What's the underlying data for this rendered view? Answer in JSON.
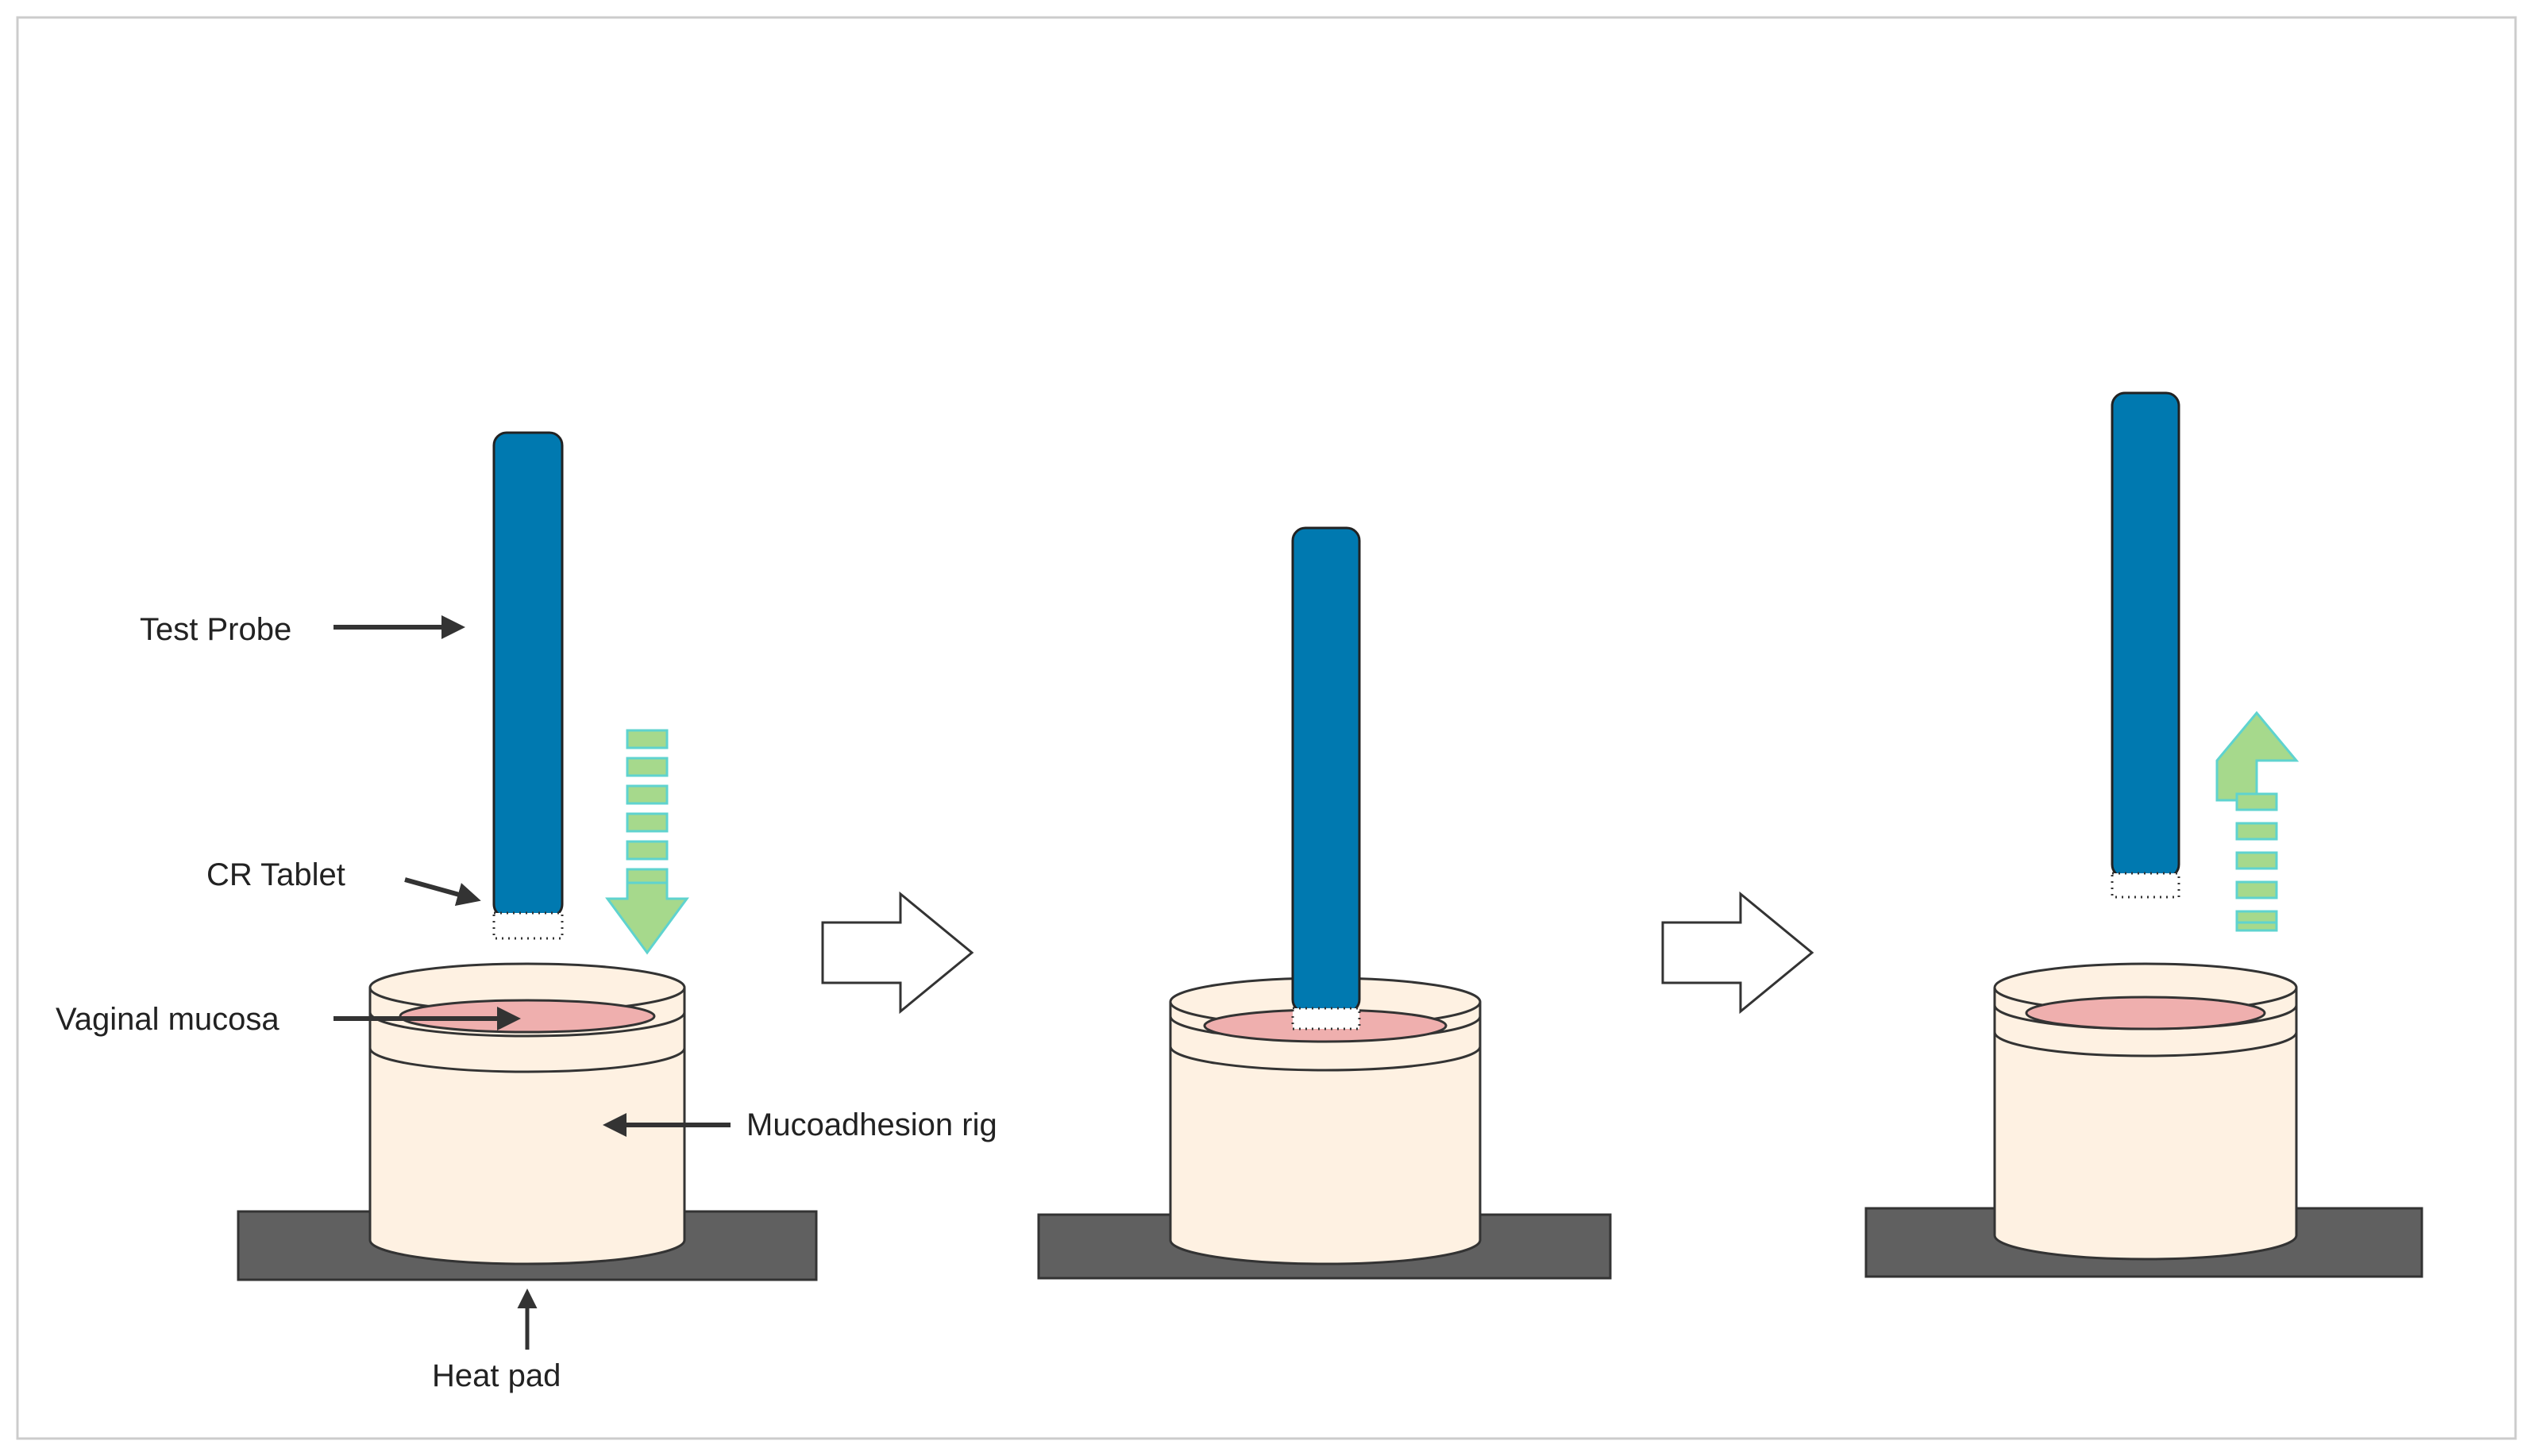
{
  "labels": {
    "test_probe": "Test Probe",
    "cr_tablet": "CR Tablet",
    "vaginal_mucosa": "Vaginal mucosa",
    "mucoadhesion_rig": "Mucoadhesion rig",
    "heat_pad": "Heat pad"
  },
  "colors": {
    "probe": "#0079B0",
    "rig_body": "#FEF1E2",
    "mucosa": "#EFAFAE",
    "heat_pad": "#606060",
    "motion_arrow_fill": "#A6D98C",
    "motion_arrow_stroke": "#5FD3CF",
    "outline": "#333333"
  },
  "icons": {
    "down_arrow": "dashed-down-arrow-icon",
    "up_arrow": "dashed-up-arrow-icon",
    "step_arrow": "hollow-right-arrow-icon"
  }
}
